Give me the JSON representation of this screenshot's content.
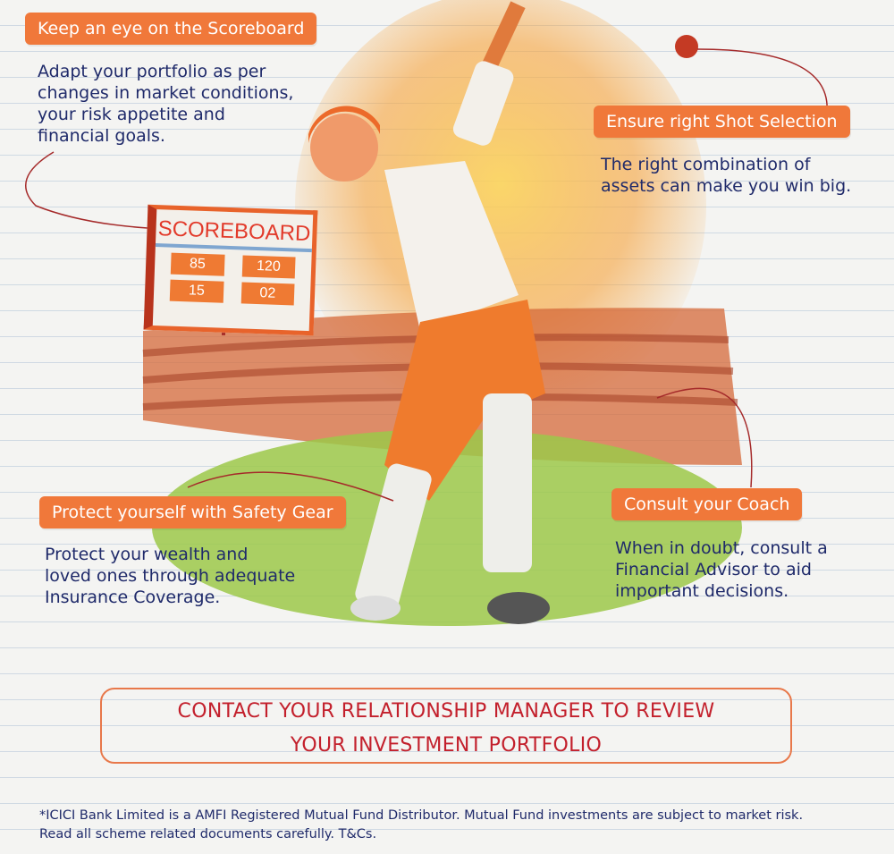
{
  "sections": [
    {
      "title": "Keep an eye on the Scoreboard",
      "body": [
        "Adapt your portfolio as per",
        "changes in market conditions,",
        "your risk appetite and",
        "financial goals."
      ]
    },
    {
      "title": "Ensure right Shot Selection",
      "body": [
        "The right combination of",
        "assets can make you win big."
      ]
    },
    {
      "title": "Protect yourself with Safety Gear",
      "body": [
        "Protect your wealth and",
        "loved ones through adequate",
        "Insurance Coverage."
      ]
    },
    {
      "title": "Consult your Coach",
      "body": [
        "When in doubt, consult a",
        "Financial Advisor to aid",
        "important decisions."
      ]
    }
  ],
  "scoreboard": {
    "title": "SCOREBOARD",
    "values": [
      "85",
      "120",
      "15",
      "02"
    ]
  },
  "cta": {
    "line1": "CONTACT YOUR RELATIONSHIP MANAGER TO REVIEW",
    "line2": "YOUR INVESTMENT PORTFOLIO"
  },
  "disclaimer": {
    "line1": "*ICICI Bank Limited is a AMFI Registered Mutual Fund Distributor. Mutual Fund investments are subject to market risk.",
    "line2": "Read all scheme related documents carefully. T&Cs."
  },
  "colors": {
    "tag": "#f0783a",
    "text": "#1f2a6a",
    "cta": "#c3202c"
  }
}
